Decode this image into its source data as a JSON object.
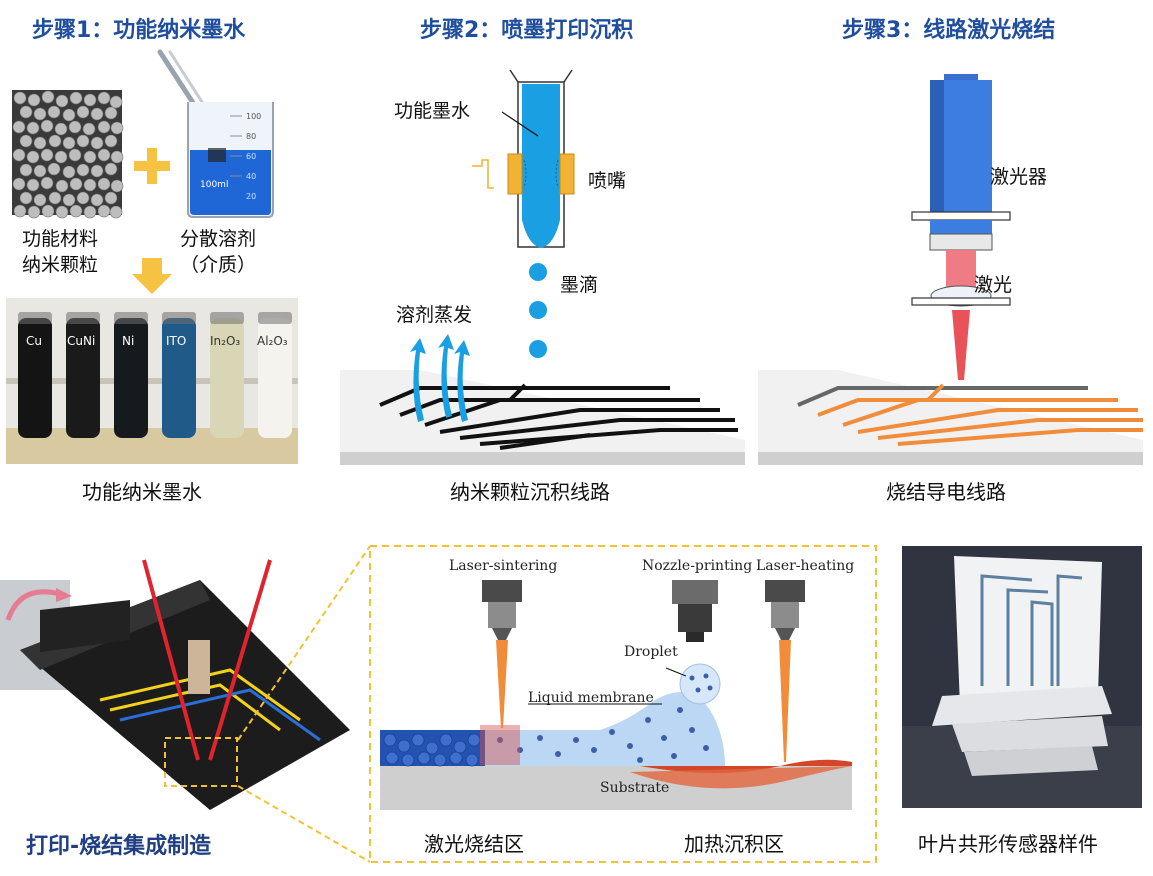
{
  "steps": {
    "step1_title": "步骤1：功能纳米墨水",
    "step2_title": "步骤2：喷墨打印沉积",
    "step3_title": "步骤3：线路激光烧结"
  },
  "step1": {
    "material_label": [
      "功能材料",
      "纳米颗粒"
    ],
    "solvent_label": [
      "分散溶剂",
      "（介质）"
    ],
    "beaker_marks": [
      "100",
      "80",
      "60",
      "40",
      "20",
      "100ml"
    ],
    "tubes": [
      "Cu",
      "CuNi",
      "Ni",
      "ITO",
      "In₂O₃",
      "Al₂O₃"
    ],
    "caption": "功能纳米墨水"
  },
  "step2": {
    "ink_label": "功能墨水",
    "nozzle_label": "喷嘴",
    "droplet_label": "墨滴",
    "evap_label": "溶剂蒸发",
    "caption": "纳米颗粒沉积线路"
  },
  "step3": {
    "laser_device_label": "激光器",
    "laser_label": "激光",
    "caption": "烧结导电线路"
  },
  "bottom": {
    "left_caption": "打印-烧结集成制造",
    "process_labels": {
      "laser_sintering": "Laser-sintering",
      "nozzle_printing": "Nozzle-printing",
      "laser_heating": "Laser-heating",
      "droplet": "Droplet",
      "liquid_membrane": "Liquid membrane",
      "substrate": "Substrate"
    },
    "zone_sinter": "激光烧结区",
    "zone_deposit": "加热沉积区",
    "right_caption": "叶片共形传感器样件"
  },
  "colors": {
    "title_blue": "#1f4e9e",
    "ink_blue": "#1a9fe3",
    "laser_red": "#e8535a",
    "sinter_orange": "#f08c3a",
    "dash_yellow": "#f2c230"
  }
}
